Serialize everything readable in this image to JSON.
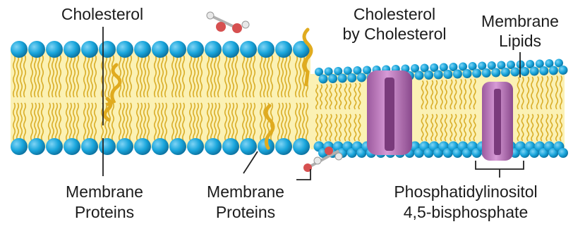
{
  "labels": {
    "cholesterol": "Cholesterol",
    "cholesterol_by_cholesterol": [
      "Cholesterol",
      "by Cholesterol"
    ],
    "membrane_lipids": [
      "Membrane",
      "Lipids"
    ],
    "membrane_proteins_left": [
      "Membrane",
      "Proteins"
    ],
    "membrane_proteins_middle": [
      "Membrane",
      "Proteins"
    ],
    "phosphatidylinositol": [
      "Phosphatidylinositol",
      "4,5-bisphosphate"
    ]
  },
  "colors": {
    "head": "#1aa6dc",
    "head_dark": "#0c79a8",
    "tail": "#d9ad28",
    "core": "#fbf1b4",
    "protein": "#c988c8",
    "protein_dark": "#8a4a8c",
    "cholesterol": "#e8b524",
    "molecule_red": "#d65050",
    "molecule_white": "#e8e8e8"
  }
}
